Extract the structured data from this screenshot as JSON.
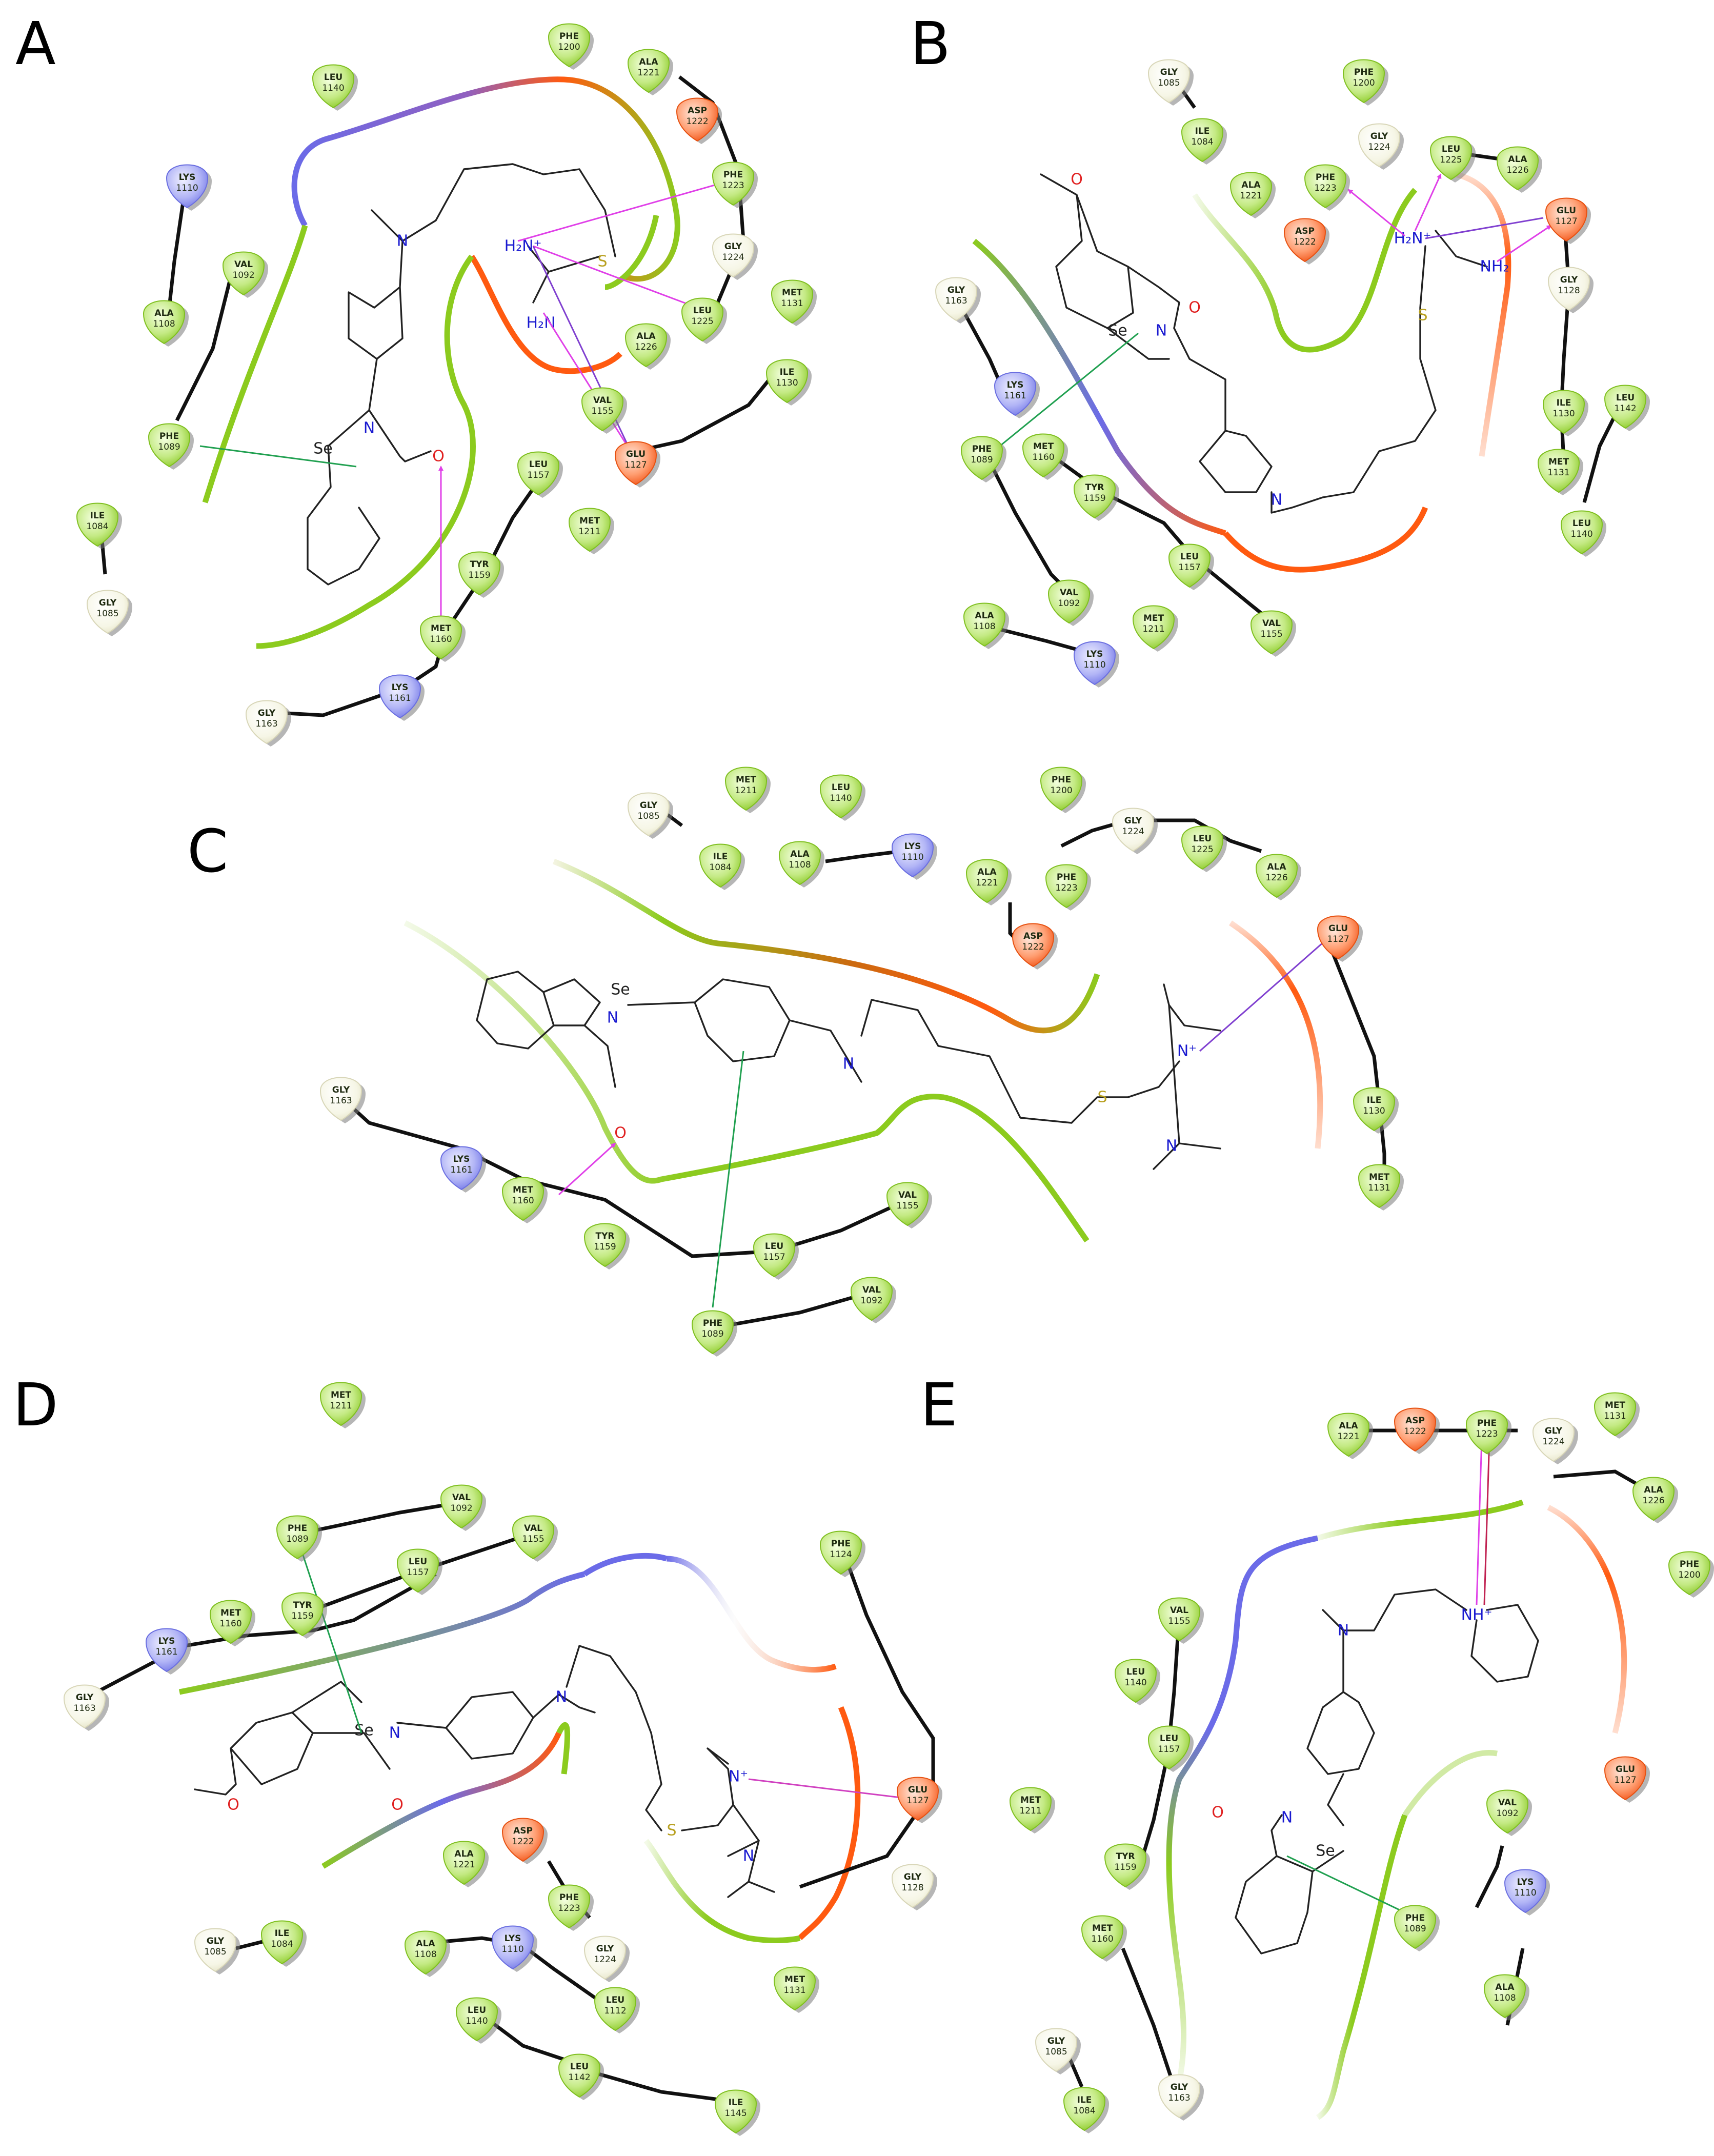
{
  "panels": [
    {
      "label": "A",
      "residues": [
        {
          "name": "LEU",
          "num": "1140",
          "kind": "hydrophobic"
        },
        {
          "name": "PHE",
          "num": "1200",
          "kind": "hydrophobic"
        },
        {
          "name": "ALA",
          "num": "1221",
          "kind": "hydrophobic"
        },
        {
          "name": "ASP",
          "num": "1222",
          "kind": "negative"
        },
        {
          "name": "PHE",
          "num": "1223",
          "kind": "hydrophobic"
        },
        {
          "name": "GLY",
          "num": "1224",
          "kind": "glycine"
        },
        {
          "name": "LYS",
          "num": "1110",
          "kind": "positive"
        },
        {
          "name": "VAL",
          "num": "1092",
          "kind": "hydrophobic"
        },
        {
          "name": "ALA",
          "num": "1108",
          "kind": "hydrophobic"
        },
        {
          "name": "MET",
          "num": "1131",
          "kind": "hydrophobic"
        },
        {
          "name": "LEU",
          "num": "1225",
          "kind": "hydrophobic"
        },
        {
          "name": "ALA",
          "num": "1226",
          "kind": "hydrophobic"
        },
        {
          "name": "ILE",
          "num": "1130",
          "kind": "hydrophobic"
        },
        {
          "name": "PHE",
          "num": "1089",
          "kind": "hydrophobic"
        },
        {
          "name": "VAL",
          "num": "1155",
          "kind": "hydrophobic"
        },
        {
          "name": "GLU",
          "num": "1127",
          "kind": "negative"
        },
        {
          "name": "LEU",
          "num": "1157",
          "kind": "hydrophobic"
        },
        {
          "name": "MET",
          "num": "1211",
          "kind": "hydrophobic"
        },
        {
          "name": "ILE",
          "num": "1084",
          "kind": "hydrophobic"
        },
        {
          "name": "GLY",
          "num": "1085",
          "kind": "glycine"
        },
        {
          "name": "TYR",
          "num": "1159",
          "kind": "hydrophobic"
        },
        {
          "name": "MET",
          "num": "1160",
          "kind": "hydrophobic"
        },
        {
          "name": "LYS",
          "num": "1161",
          "kind": "positive"
        },
        {
          "name": "GLY",
          "num": "1163",
          "kind": "glycine"
        }
      ],
      "atoms": [
        "N",
        "N",
        "Se",
        "O",
        "H₂N⁺",
        "S",
        "H₂N"
      ]
    },
    {
      "label": "B",
      "residues": [
        {
          "name": "GLY",
          "num": "1085",
          "kind": "glycine"
        },
        {
          "name": "ILE",
          "num": "1084",
          "kind": "hydrophobic"
        },
        {
          "name": "PHE",
          "num": "1200",
          "kind": "hydrophobic"
        },
        {
          "name": "GLY",
          "num": "1224",
          "kind": "glycine"
        },
        {
          "name": "LEU",
          "num": "1225",
          "kind": "hydrophobic"
        },
        {
          "name": "ALA",
          "num": "1226",
          "kind": "hydrophobic"
        },
        {
          "name": "ALA",
          "num": "1221",
          "kind": "hydrophobic"
        },
        {
          "name": "PHE",
          "num": "1223",
          "kind": "hydrophobic"
        },
        {
          "name": "ASP",
          "num": "1222",
          "kind": "negative"
        },
        {
          "name": "GLU",
          "num": "1127",
          "kind": "negative"
        },
        {
          "name": "GLY",
          "num": "1128",
          "kind": "glycine"
        },
        {
          "name": "GLY",
          "num": "1163",
          "kind": "glycine"
        },
        {
          "name": "LYS",
          "num": "1161",
          "kind": "positive"
        },
        {
          "name": "PHE",
          "num": "1089",
          "kind": "hydrophobic"
        },
        {
          "name": "MET",
          "num": "1160",
          "kind": "hydrophobic"
        },
        {
          "name": "TYR",
          "num": "1159",
          "kind": "hydrophobic"
        },
        {
          "name": "ILE",
          "num": "1130",
          "kind": "hydrophobic"
        },
        {
          "name": "LEU",
          "num": "1142",
          "kind": "hydrophobic"
        },
        {
          "name": "MET",
          "num": "1131",
          "kind": "hydrophobic"
        },
        {
          "name": "LEU",
          "num": "1140",
          "kind": "hydrophobic"
        },
        {
          "name": "LEU",
          "num": "1157",
          "kind": "hydrophobic"
        },
        {
          "name": "ALA",
          "num": "1108",
          "kind": "hydrophobic"
        },
        {
          "name": "VAL",
          "num": "1092",
          "kind": "hydrophobic"
        },
        {
          "name": "MET",
          "num": "1211",
          "kind": "hydrophobic"
        },
        {
          "name": "LYS",
          "num": "1110",
          "kind": "positive"
        },
        {
          "name": "VAL",
          "num": "1155",
          "kind": "hydrophobic"
        }
      ],
      "atoms": [
        "O",
        "O",
        "Se",
        "N",
        "N",
        "H₂N⁺",
        "NH₂",
        "S"
      ]
    },
    {
      "label": "C",
      "residues": [
        {
          "name": "GLY",
          "num": "1085",
          "kind": "glycine"
        },
        {
          "name": "ILE",
          "num": "1084",
          "kind": "hydrophobic"
        },
        {
          "name": "MET",
          "num": "1211",
          "kind": "hydrophobic"
        },
        {
          "name": "LEU",
          "num": "1140",
          "kind": "hydrophobic"
        },
        {
          "name": "ALA",
          "num": "1108",
          "kind": "hydrophobic"
        },
        {
          "name": "LYS",
          "num": "1110",
          "kind": "positive"
        },
        {
          "name": "PHE",
          "num": "1200",
          "kind": "hydrophobic"
        },
        {
          "name": "GLY",
          "num": "1224",
          "kind": "glycine"
        },
        {
          "name": "LEU",
          "num": "1225",
          "kind": "hydrophobic"
        },
        {
          "name": "ALA",
          "num": "1226",
          "kind": "hydrophobic"
        },
        {
          "name": "ALA",
          "num": "1221",
          "kind": "hydrophobic"
        },
        {
          "name": "PHE",
          "num": "1223",
          "kind": "hydrophobic"
        },
        {
          "name": "ASP",
          "num": "1222",
          "kind": "negative"
        },
        {
          "name": "GLU",
          "num": "1127",
          "kind": "negative"
        },
        {
          "name": "ILE",
          "num": "1130",
          "kind": "hydrophobic"
        },
        {
          "name": "MET",
          "num": "1131",
          "kind": "hydrophobic"
        },
        {
          "name": "GLY",
          "num": "1163",
          "kind": "glycine"
        },
        {
          "name": "LYS",
          "num": "1161",
          "kind": "positive"
        },
        {
          "name": "MET",
          "num": "1160",
          "kind": "hydrophobic"
        },
        {
          "name": "TYR",
          "num": "1159",
          "kind": "hydrophobic"
        },
        {
          "name": "LEU",
          "num": "1157",
          "kind": "hydrophobic"
        },
        {
          "name": "VAL",
          "num": "1155",
          "kind": "hydrophobic"
        },
        {
          "name": "VAL",
          "num": "1092",
          "kind": "hydrophobic"
        },
        {
          "name": "PHE",
          "num": "1089",
          "kind": "hydrophobic"
        }
      ],
      "atoms": [
        "Se",
        "N",
        "O",
        "N",
        "N⁺",
        "S",
        "N"
      ]
    },
    {
      "label": "D",
      "residues": [
        {
          "name": "MET",
          "num": "1211",
          "kind": "hydrophobic"
        },
        {
          "name": "VAL",
          "num": "1092",
          "kind": "hydrophobic"
        },
        {
          "name": "PHE",
          "num": "1089",
          "kind": "hydrophobic"
        },
        {
          "name": "VAL",
          "num": "1155",
          "kind": "hydrophobic"
        },
        {
          "name": "LEU",
          "num": "1157",
          "kind": "hydrophobic"
        },
        {
          "name": "TYR",
          "num": "1159",
          "kind": "hydrophobic"
        },
        {
          "name": "MET",
          "num": "1160",
          "kind": "hydrophobic"
        },
        {
          "name": "LYS",
          "num": "1161",
          "kind": "positive"
        },
        {
          "name": "GLY",
          "num": "1163",
          "kind": "glycine"
        },
        {
          "name": "PHE",
          "num": "1124",
          "kind": "hydrophobic"
        },
        {
          "name": "GLU",
          "num": "1127",
          "kind": "negative"
        },
        {
          "name": "ALA",
          "num": "1221",
          "kind": "hydrophobic"
        },
        {
          "name": "ASP",
          "num": "1222",
          "kind": "negative"
        },
        {
          "name": "PHE",
          "num": "1223",
          "kind": "hydrophobic"
        },
        {
          "name": "GLY",
          "num": "1224",
          "kind": "glycine"
        },
        {
          "name": "GLY",
          "num": "1128",
          "kind": "glycine"
        },
        {
          "name": "GLY",
          "num": "1085",
          "kind": "glycine"
        },
        {
          "name": "ILE",
          "num": "1084",
          "kind": "hydrophobic"
        },
        {
          "name": "ALA",
          "num": "1108",
          "kind": "hydrophobic"
        },
        {
          "name": "LYS",
          "num": "1110",
          "kind": "positive"
        },
        {
          "name": "LEU",
          "num": "1140",
          "kind": "hydrophobic"
        },
        {
          "name": "LEU",
          "num": "1112",
          "kind": "hydrophobic"
        },
        {
          "name": "MET",
          "num": "1131",
          "kind": "hydrophobic"
        },
        {
          "name": "LEU",
          "num": "1142",
          "kind": "hydrophobic"
        },
        {
          "name": "ILE",
          "num": "1145",
          "kind": "hydrophobic"
        }
      ],
      "atoms": [
        "Se",
        "N",
        "N",
        "O",
        "O",
        "N⁺",
        "S",
        "N"
      ]
    },
    {
      "label": "E",
      "residues": [
        {
          "name": "ALA",
          "num": "1221",
          "kind": "hydrophobic"
        },
        {
          "name": "ASP",
          "num": "1222",
          "kind": "negative"
        },
        {
          "name": "PHE",
          "num": "1223",
          "kind": "hydrophobic"
        },
        {
          "name": "GLY",
          "num": "1224",
          "kind": "glycine"
        },
        {
          "name": "MET",
          "num": "1131",
          "kind": "hydrophobic"
        },
        {
          "name": "ALA",
          "num": "1226",
          "kind": "hydrophobic"
        },
        {
          "name": "PHE",
          "num": "1200",
          "kind": "hydrophobic"
        },
        {
          "name": "VAL",
          "num": "1155",
          "kind": "hydrophobic"
        },
        {
          "name": "LEU",
          "num": "1140",
          "kind": "hydrophobic"
        },
        {
          "name": "LEU",
          "num": "1157",
          "kind": "hydrophobic"
        },
        {
          "name": "GLU",
          "num": "1127",
          "kind": "negative"
        },
        {
          "name": "MET",
          "num": "1211",
          "kind": "hydrophobic"
        },
        {
          "name": "TYR",
          "num": "1159",
          "kind": "hydrophobic"
        },
        {
          "name": "VAL",
          "num": "1092",
          "kind": "hydrophobic"
        },
        {
          "name": "LYS",
          "num": "1110",
          "kind": "positive"
        },
        {
          "name": "MET",
          "num": "1160",
          "kind": "hydrophobic"
        },
        {
          "name": "PHE",
          "num": "1089",
          "kind": "hydrophobic"
        },
        {
          "name": "ALA",
          "num": "1108",
          "kind": "hydrophobic"
        },
        {
          "name": "GLY",
          "num": "1085",
          "kind": "glycine"
        },
        {
          "name": "ILE",
          "num": "1084",
          "kind": "hydrophobic"
        },
        {
          "name": "GLY",
          "num": "1163",
          "kind": "glycine"
        }
      ],
      "atoms": [
        "N",
        "NH⁺",
        "O",
        "N",
        "Se"
      ]
    }
  ],
  "colors": {
    "hydrophobic": "#a3d94f",
    "negative": "#ff6a2a",
    "positive": "#8a8ef0",
    "glycine": "#f2f1df",
    "pocket_green": "#8ccb1e",
    "pocket_orange": "#ff5a10",
    "pocket_blue": "#6b6be8",
    "hbond": "#e040e8",
    "salt_bridge": "#8040d0",
    "pi_stack": "#20a050",
    "nitrogen": "#1a1ad0",
    "oxygen": "#e02020",
    "sulfur": "#b8a020"
  }
}
